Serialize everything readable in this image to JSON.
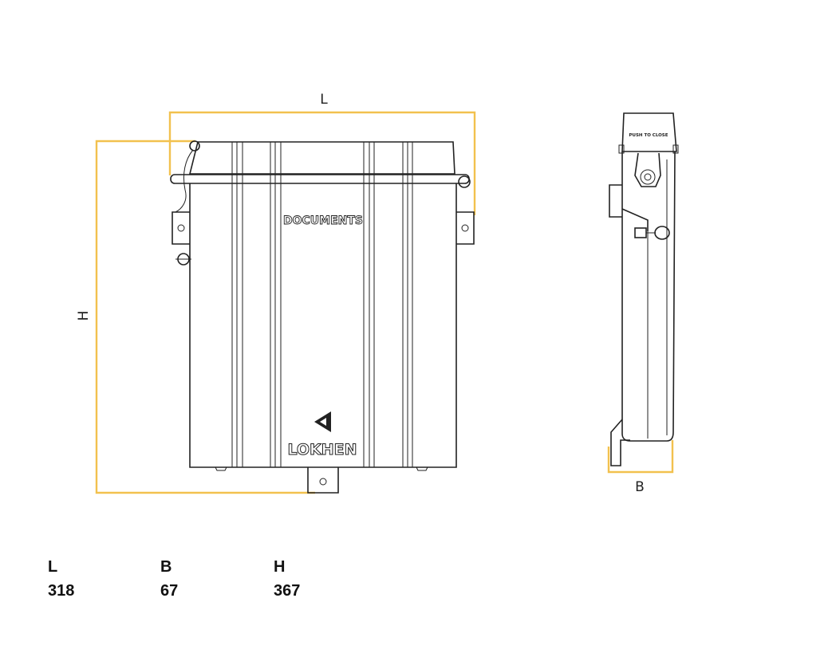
{
  "colors": {
    "dimension": "#f2c14e",
    "outline": "#222222"
  },
  "front_view": {
    "dimension_L": "L",
    "dimension_H": "H",
    "label_top": "DOCUMENTS",
    "brand": "LOKHEN",
    "logo_icon": "triangle-logo-icon"
  },
  "side_view": {
    "dimension_B": "B",
    "lid_text": "PUSH TO CLOSE"
  },
  "specs": {
    "headers": [
      "L",
      "B",
      "H"
    ],
    "values": [
      "318",
      "67",
      "367"
    ]
  }
}
